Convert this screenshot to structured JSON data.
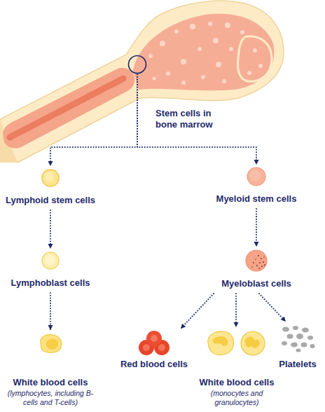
{
  "diagram": {
    "nodes": [
      {
        "text": [
          "Stem cells in bone marrow"
        ]
      },
      {
        "text": [
          "Lymphoid stem cells"
        ]
      },
      {
        "text": [
          "Myeloid stem cells"
        ]
      },
      {
        "text": [
          "Lymphoblast cells"
        ]
      },
      {
        "text": [
          "Myeloblast cells"
        ]
      },
      {
        "text": [
          "White blood cells",
          "(lymphocytes, including B-cells and T-cells)"
        ]
      },
      {
        "text": [
          "Red blood cells"
        ]
      },
      {
        "text": [
          "White blood cells",
          "(monocytes and granulocytes)"
        ]
      },
      {
        "text": [
          "Platelets"
        ]
      }
    ],
    "edges": [
      {
        "from": 0,
        "to": 1,
        "arrow": "to"
      },
      {
        "from": 0,
        "to": 2,
        "arrow": "to"
      },
      {
        "from": 1,
        "to": 3,
        "arrow": "to"
      },
      {
        "from": 2,
        "to": 4,
        "arrow": "to"
      },
      {
        "from": 3,
        "to": 5,
        "arrow": "to"
      },
      {
        "from": 4,
        "to": 6,
        "arrow": "to"
      },
      {
        "from": 4,
        "to": 7,
        "arrow": "to"
      },
      {
        "from": 4,
        "to": 8,
        "arrow": "to"
      }
    ]
  }
}
